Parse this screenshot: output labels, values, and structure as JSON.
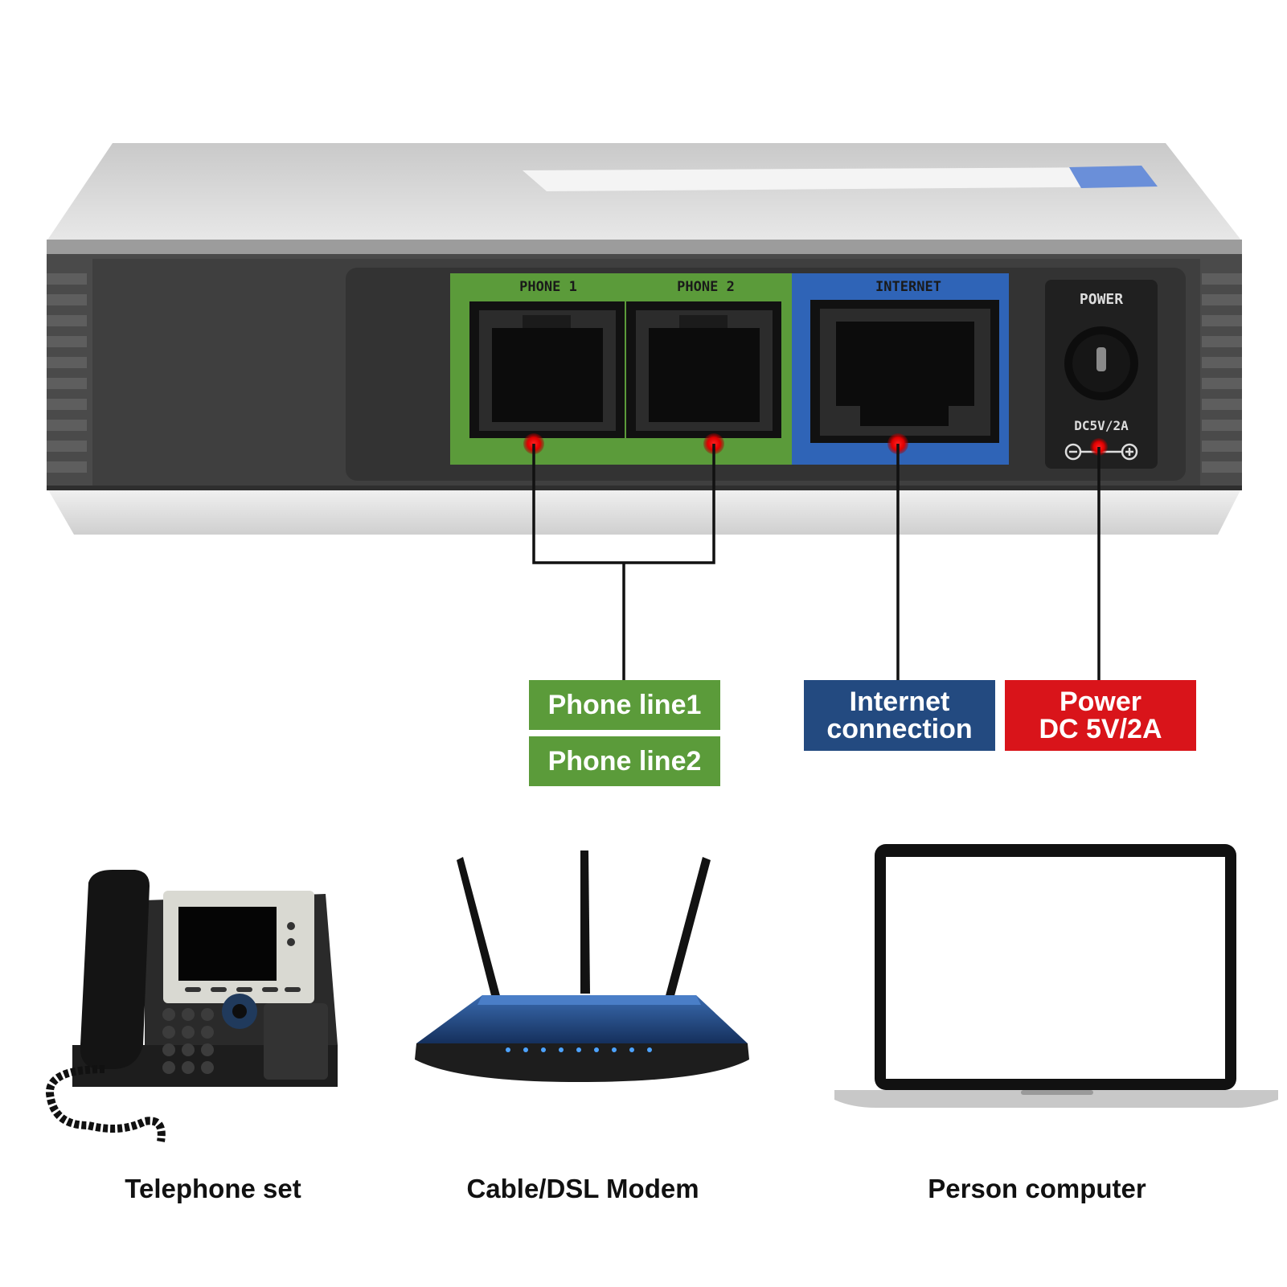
{
  "device": {
    "port_labels": {
      "phone1": "PHONE 1",
      "phone2": "PHONE 2",
      "internet": "INTERNET",
      "power": "POWER",
      "power_rating": "DC5V/2A"
    }
  },
  "callouts": {
    "phone_line1": "Phone line1",
    "phone_line2": "Phone line2",
    "internet_line1": "Internet",
    "internet_line2": "connection",
    "power_line1": "Power",
    "power_line2": "DC 5V/2A"
  },
  "devices": {
    "telephone": "Telephone set",
    "modem": "Cable/DSL Modem",
    "computer": "Person computer"
  },
  "colors": {
    "phone_green": "#5b9b3a",
    "internet_blue": "#234a80",
    "power_red": "#d9141a",
    "indicator_red": "#ff1a1a"
  }
}
